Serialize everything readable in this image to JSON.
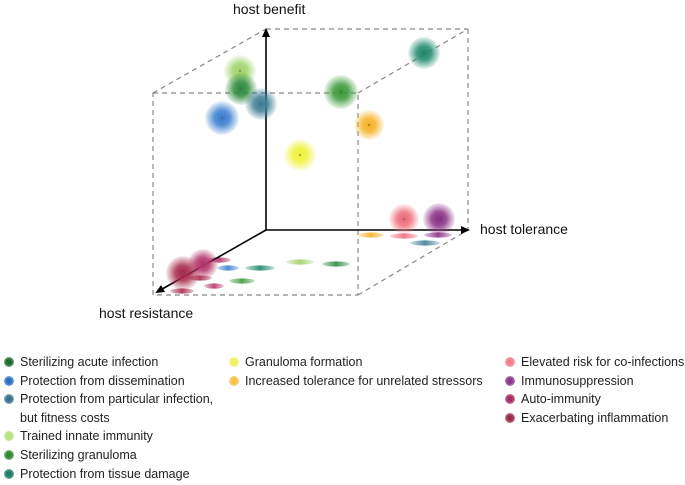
{
  "axes": {
    "y_label": "host benefit",
    "x_label": "host tolerance",
    "z_label": "host resistance"
  },
  "legend": [
    {
      "id": "sterilizing-acute-infection",
      "label": "Sterilizing acute infection",
      "color": "#2e8b3e",
      "dot_color": "#1d6b2e",
      "column": 1
    },
    {
      "id": "protection-from-dissemination",
      "label": "Protection from dissemination",
      "color": "#3b7fd1",
      "dot_color": "#2f6fc0",
      "column": 1
    },
    {
      "id": "protection-particular-infection",
      "label": "Protection from particular infection,\nbut fitness costs",
      "color": "#3f7f95",
      "dot_color": "#3a7390",
      "column": 1
    },
    {
      "id": "trained-innate-immunity",
      "label": "Trained innate immunity",
      "color": "#9fd36a",
      "dot_color": "#b7e07e",
      "column": 1
    },
    {
      "id": "sterilizing-granuloma",
      "label": "Sterilizing granuloma",
      "color": "#3c9a3a",
      "dot_color": "#2f8a2e",
      "column": 1
    },
    {
      "id": "protection-tissue-damage",
      "label": "Protection from tissue damage",
      "color": "#1f8a6e",
      "dot_color": "#1f7c68",
      "column": 1
    },
    {
      "id": "granuloma-formation",
      "label": "Granuloma formation",
      "color": "#eef23a",
      "dot_color": "#f0f060",
      "column": 2
    },
    {
      "id": "increased-tolerance",
      "label": "Increased tolerance for unrelated stressors",
      "color": "#f5b326",
      "dot_color": "#f7c24a",
      "column": 2
    },
    {
      "id": "elevated-risk-coinfections",
      "label": "Elevated risk for co-infections",
      "color": "#ef6b7a",
      "dot_color": "#f27c8a",
      "column": 3
    },
    {
      "id": "immunosuppression",
      "label": "Immunosuppression",
      "color": "#8a2f86",
      "dot_color": "#8e3a8e",
      "column": 3
    },
    {
      "id": "auto-immunity",
      "label": "Auto-immunity",
      "color": "#b3336a",
      "dot_color": "#a92d65",
      "column": 3
    },
    {
      "id": "exacerbating-inflammation",
      "label": "Exacerbating inflammation",
      "color": "#a8294a",
      "dot_color": "#9c2a4a",
      "column": 3
    }
  ]
}
